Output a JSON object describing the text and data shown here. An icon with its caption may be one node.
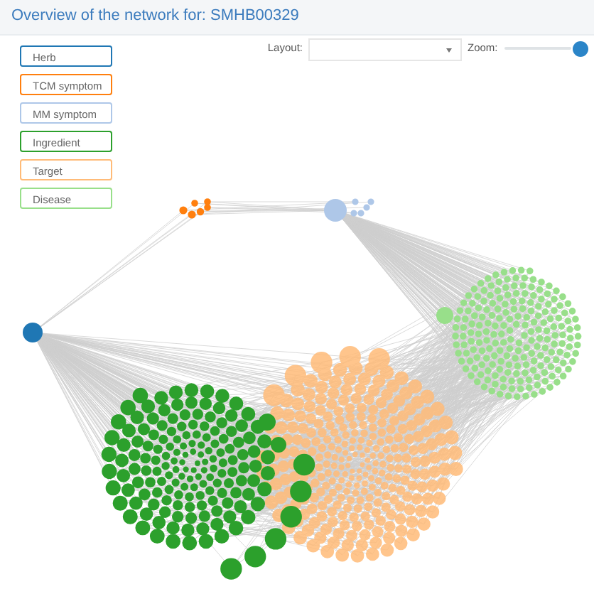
{
  "diagram": {
    "title": "Overview of the network for: SMHB00329",
    "labels": [
      "Layout:",
      "Zoom:"
    ],
    "legend": [
      {
        "text": "Herb",
        "color": "#1f77b4"
      },
      {
        "text": "TCM symptom",
        "color": "#ff7f0e"
      },
      {
        "text": "MM symptom",
        "color": "#aec7e8"
      },
      {
        "text": "Ingredient",
        "color": "#2ca02c"
      },
      {
        "text": "Target",
        "color": "#ffbb78"
      },
      {
        "text": "Disease",
        "color": "#98df8a"
      }
    ]
  }
}
